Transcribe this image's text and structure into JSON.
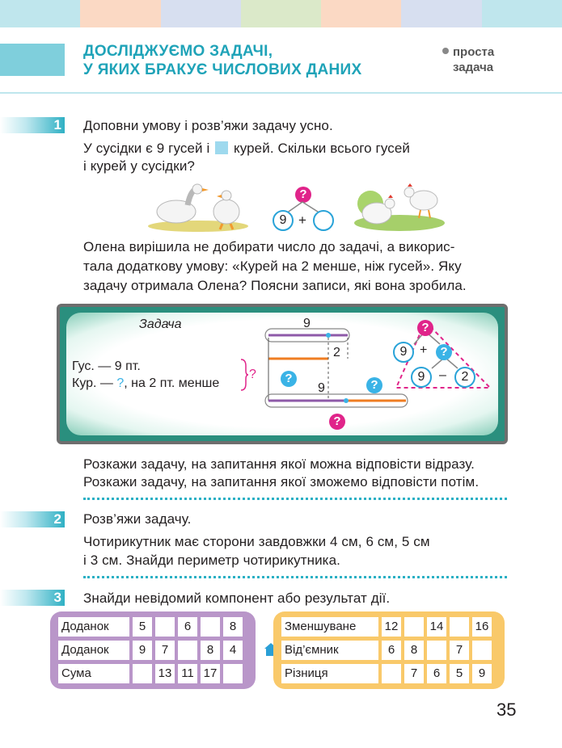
{
  "colors": {
    "accent": "#1fa3b8",
    "pink": "#e0248a",
    "blue": "#3ab3e6",
    "board": "#2a8f7e",
    "purple_table": "#b996c9",
    "orange_table": "#f9c96a"
  },
  "header": {
    "title_line1": "ДОСЛІДЖУЄМО ЗАДАЧІ,",
    "title_line2": "У ЯКИХ БРАКУЄ ЧИСЛОВИХ ДАНИХ",
    "tag_line1": "проста",
    "tag_line2": "задача"
  },
  "task1": {
    "number": "1",
    "instruction": "Доповни умову і розв’яжи задачу усно.",
    "problem_a": "У сусідки є 9 гусей і",
    "problem_b": "курей. Скільки всього гусей",
    "problem_c": "і курей у сусідки?",
    "scheme": {
      "q": "?",
      "a": "9",
      "op": "+"
    },
    "para1": "Олена вирішила не добирати число до задачі, а викорис-",
    "para2": "тала додаткову умову: «Курей на 2 менше, ніж гусей». Яку",
    "para3": "задачу отримала Олена? Поясни записи, які вона зробила.",
    "board": {
      "heading": "Задача",
      "line1": "Гус. — 9 пт.",
      "line2_a": "Кур. — ",
      "line2_q": "?",
      "line2_b": ", на 2 пт. менше",
      "brace_q": "?",
      "seg_top": "9",
      "seg_diff": "2",
      "seg_bottom": "9",
      "q": "?",
      "tri_a": "9",
      "tri_plus": "+",
      "tri_b": "9",
      "tri_minus": "–",
      "tri_c": "2"
    },
    "after1": "Розкажи задачу, на запитання якої можна відповісти відразу.",
    "after2": "Розкажи задачу, на запитання якої зможемо відповісти потім."
  },
  "task2": {
    "number": "2",
    "instruction": "Розв’яжи задачу.",
    "text1": "Чотирикутник має сторони завдовжки 4 см, 6 см, 5 см",
    "text2": "і 3 см. Знайди периметр чотирикутника."
  },
  "task3": {
    "number": "3",
    "instruction": "Знайди невідомий компонент або результат дії.",
    "table_add": {
      "rows": [
        {
          "label": "Доданок",
          "cells": [
            "5",
            "",
            "6",
            "",
            "8"
          ]
        },
        {
          "label": "Доданок",
          "cells": [
            "9",
            "7",
            "",
            "8",
            "4"
          ]
        },
        {
          "label": "Сума",
          "cells": [
            "",
            "13",
            "11",
            "17",
            ""
          ]
        }
      ]
    },
    "table_sub": {
      "rows": [
        {
          "label": "Зменшуване",
          "cells": [
            "12",
            "",
            "14",
            "",
            "16"
          ]
        },
        {
          "label": "Від’ємник",
          "cells": [
            "6",
            "8",
            "",
            "7",
            ""
          ]
        },
        {
          "label": "Різниця",
          "cells": [
            "",
            "7",
            "6",
            "5",
            "9"
          ]
        }
      ]
    }
  },
  "page_number": "35"
}
